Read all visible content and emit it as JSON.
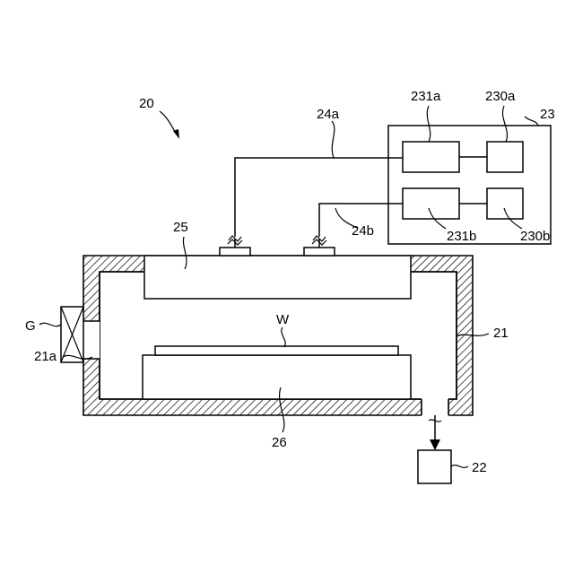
{
  "labels": {
    "apparatus": "20",
    "chamber": "21",
    "opening": "21a",
    "gate": "G",
    "exhaust_unit": "22",
    "controller": "23",
    "pipe_a": "24a",
    "pipe_b": "24b",
    "shower_head": "25",
    "stage": "26",
    "wafer": "W",
    "unit_231a": "231a",
    "unit_231b": "231b",
    "unit_230a": "230a",
    "unit_230b": "230b"
  }
}
